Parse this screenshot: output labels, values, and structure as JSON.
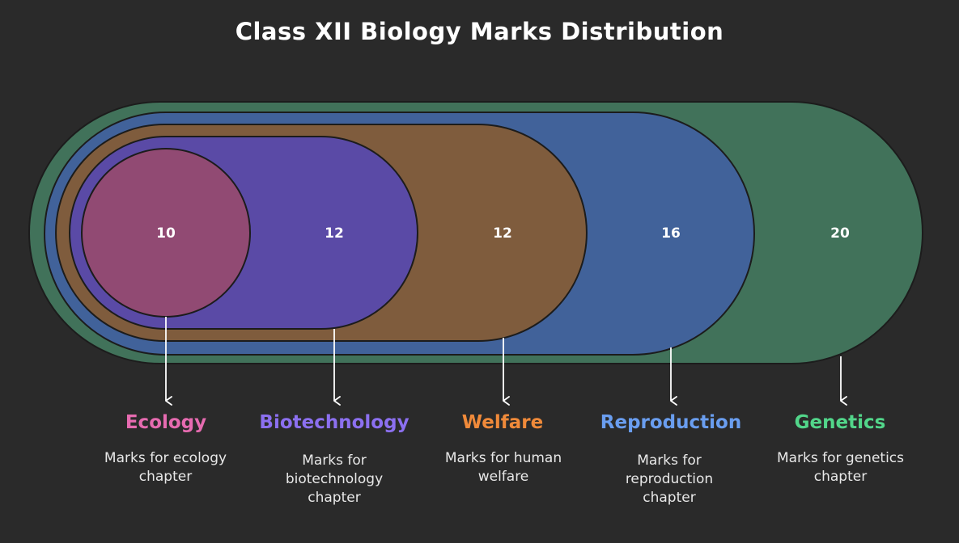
{
  "title": "Class XII Biology Marks Distribution",
  "chart_data": {
    "type": "nested-capsule",
    "items": [
      {
        "category": "Ecology",
        "value": 10,
        "description": "Marks for ecology chapter",
        "color": "#914a73",
        "label_color": "#e66bb0"
      },
      {
        "category": "Biotechnology",
        "value": 12,
        "description": "Marks for biotechnology chapter",
        "color": "#5a4aa6",
        "label_color": "#8c70f0"
      },
      {
        "category": "Welfare",
        "value": 12,
        "description": "Marks for human welfare",
        "color": "#7f5c3d",
        "label_color": "#f08a3a"
      },
      {
        "category": "Reproduction",
        "value": 16,
        "description": "Marks for reproduction chapter",
        "color": "#41629a",
        "label_color": "#6a9ef0"
      },
      {
        "category": "Genetics",
        "value": 20,
        "description": "Marks for genetics chapter",
        "color": "#41725a",
        "label_color": "#52d68a"
      }
    ]
  }
}
